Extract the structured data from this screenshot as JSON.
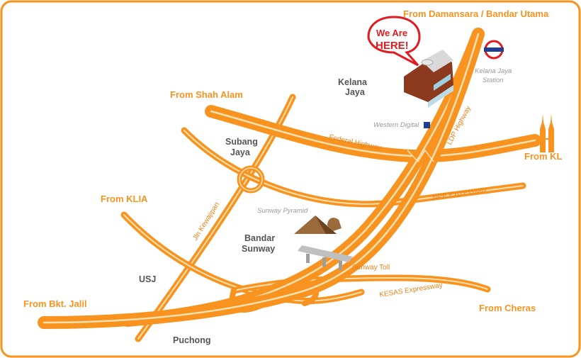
{
  "origins": {
    "damansara": "From Damansara / Bandar Utama",
    "shah_alam": "From Shah Alam",
    "kl": "From KL",
    "klia": "From KLIA",
    "bkt_jalil": "From Bkt. Jalil",
    "cheras": "From Cheras"
  },
  "places": {
    "kelana_jaya_1": "Kelana",
    "kelana_jaya_2": "Jaya",
    "subang_1": "Subang",
    "subang_2": "Jaya",
    "bandar_sunway_1": "Bandar",
    "bandar_sunway_2": "Sunway",
    "usj": "USJ",
    "puchong": "Puchong"
  },
  "roads": {
    "federal": "Federal Highway",
    "ldp": "LDP Highway",
    "npe": "NPE Expressway",
    "kesas": "KESAS Expressway",
    "kewajipan": "Jln Kewajipan",
    "sunway_toll": "Sunway Toll"
  },
  "landmarks": {
    "kelana_station_1": "Kelana Jaya",
    "kelana_station_2": "Station",
    "western_digital": "Western Digital",
    "sunway_pyramid": "Sunway Pyramid"
  },
  "callout": {
    "line1": "We Are",
    "line2": "HERE!"
  },
  "colors": {
    "border": "#f7931e",
    "road": "#f7931e",
    "road_center": "#fde0b0",
    "callout": "#e01b22",
    "rail_logo": "#e01b22",
    "western_digital_marker": "#1c3f94",
    "building": "#8b3a1e",
    "pyramid": "#9b6a3a"
  },
  "icons": {
    "rail": "rail-station-icon",
    "towers": "petronas-towers-icon",
    "building": "office-building-icon",
    "pyramid": "sunway-pyramid-icon",
    "toll": "toll-plaza-icon",
    "marker": "square-marker-icon"
  }
}
